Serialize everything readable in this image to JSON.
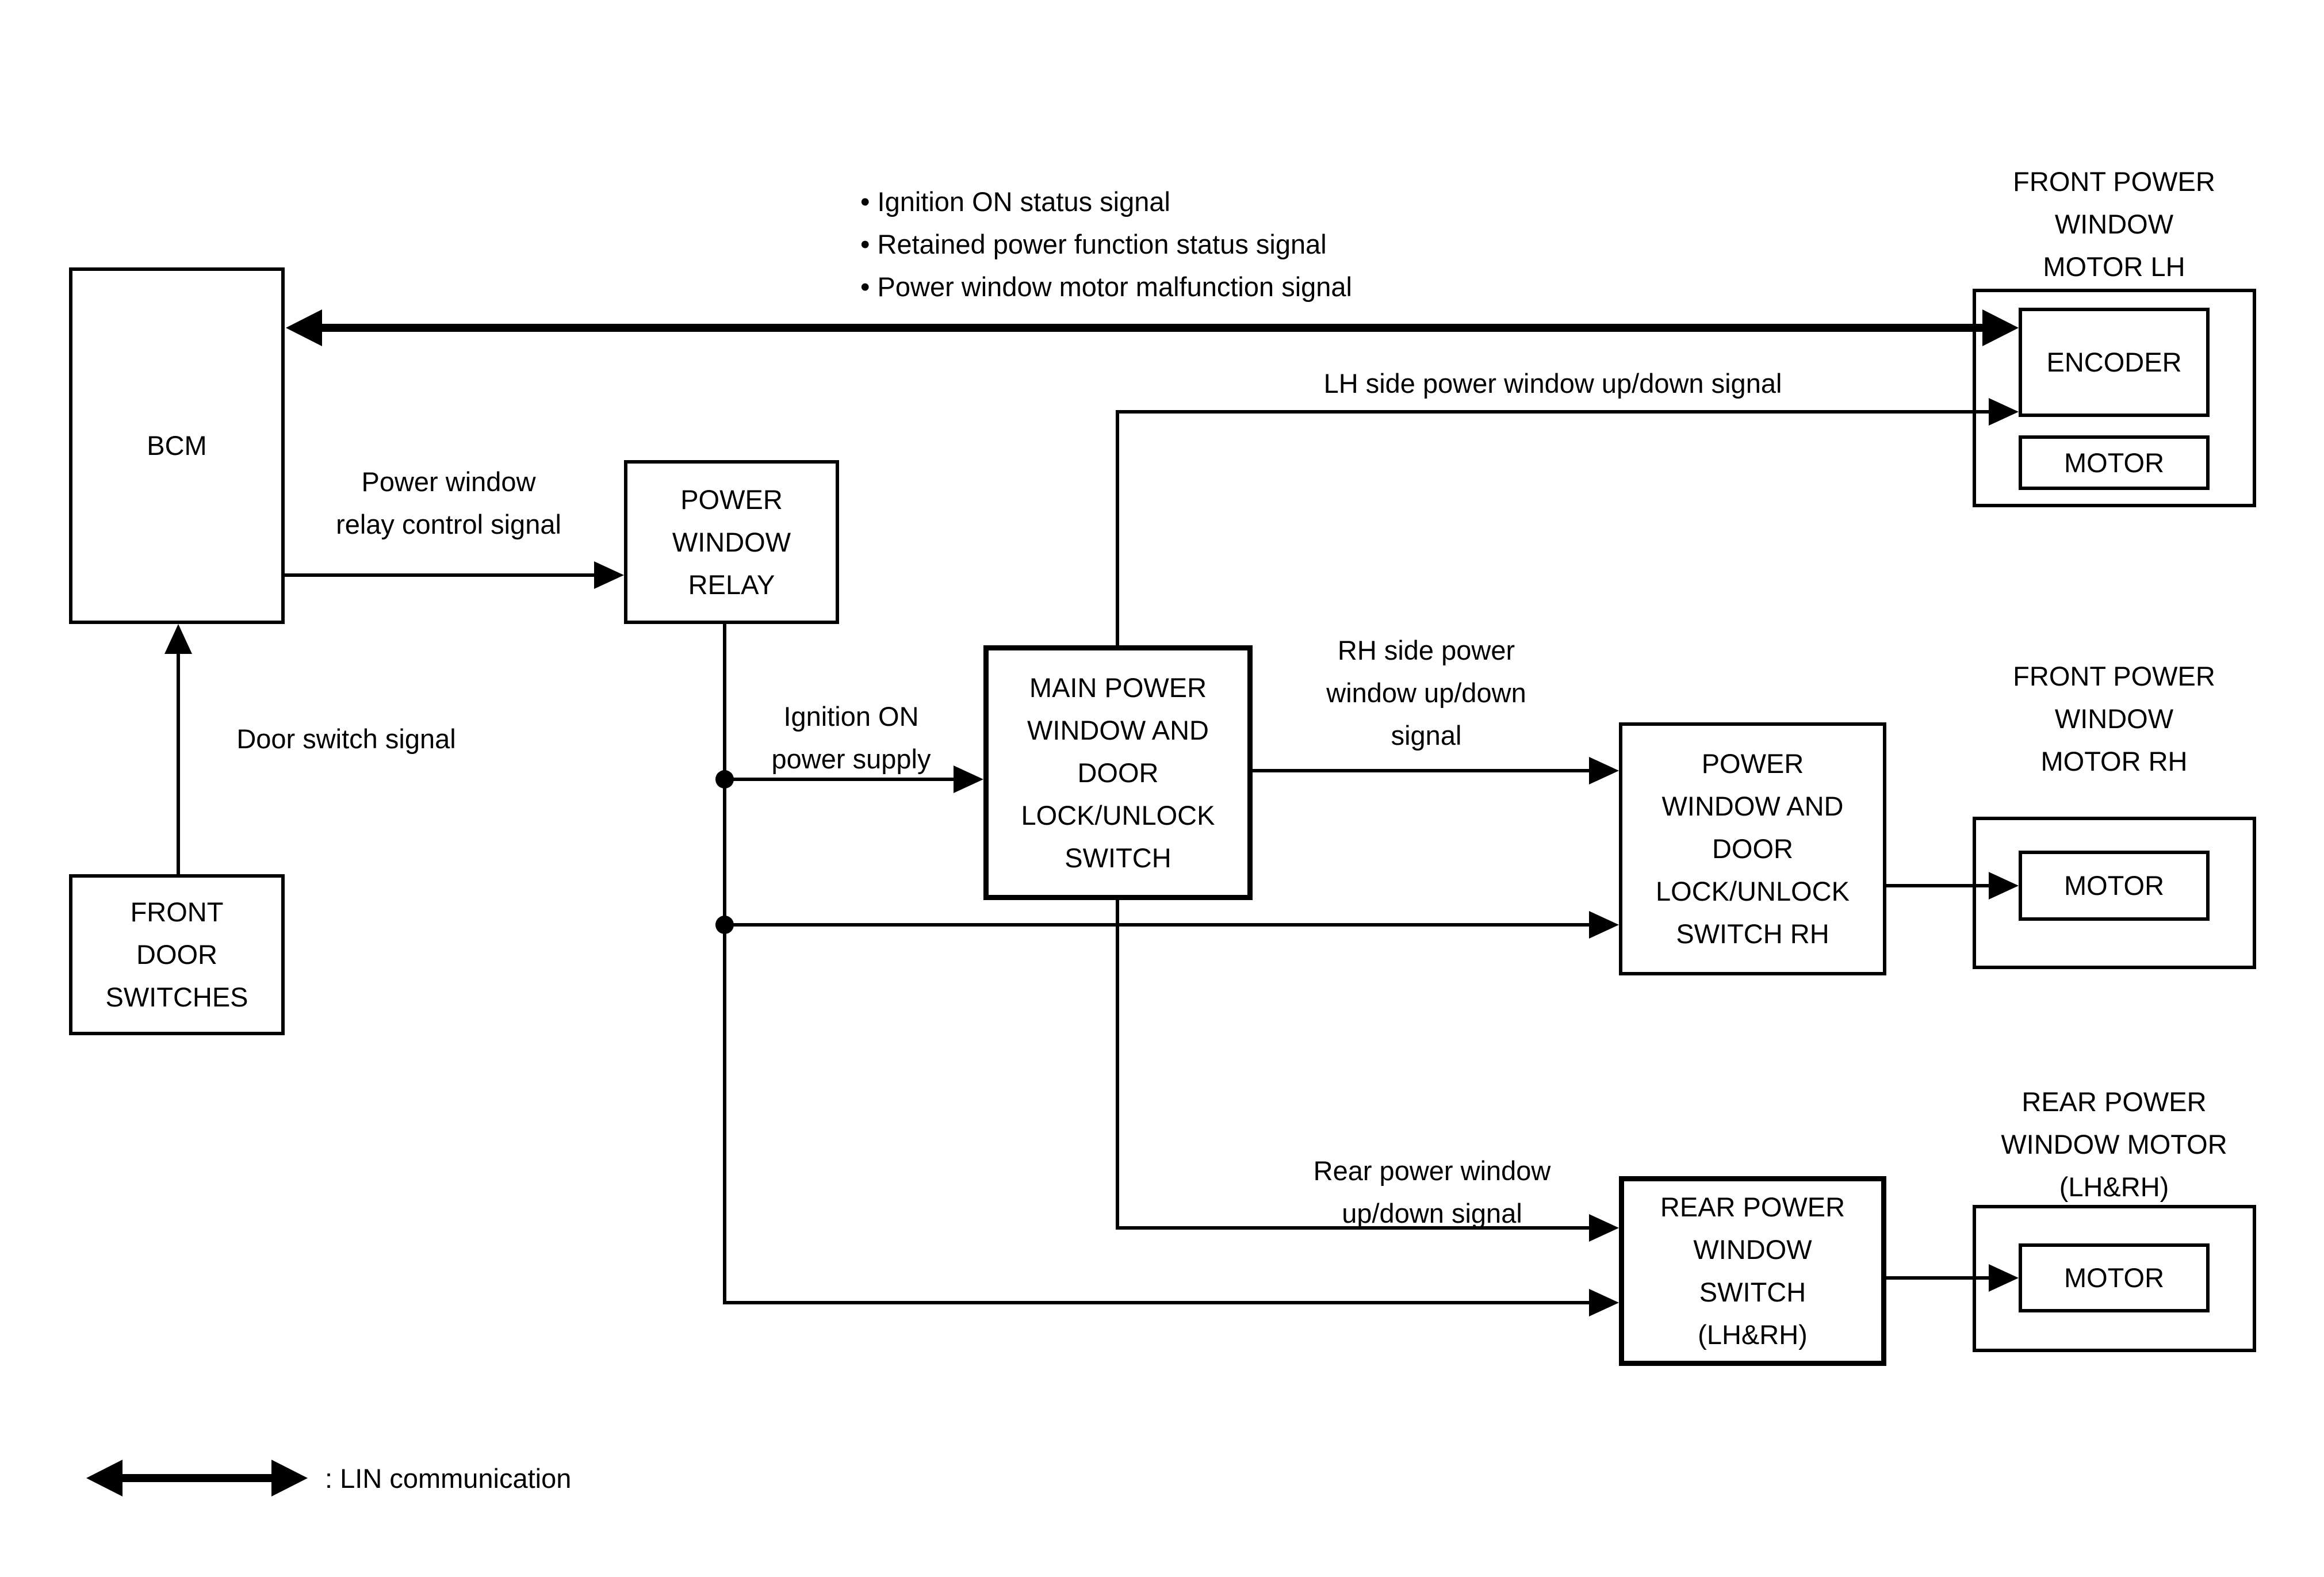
{
  "diagram": {
    "boxes": {
      "bcm": {
        "label": "BCM"
      },
      "front_door_switches": {
        "label": "FRONT\nDOOR\nSWITCHES"
      },
      "power_window_relay": {
        "label": "POWER\nWINDOW\nRELAY"
      },
      "main_switch": {
        "label": "MAIN POWER\nWINDOW AND\nDOOR\nLOCK/UNLOCK\nSWITCH"
      },
      "rh_switch": {
        "label": "POWER\nWINDOW AND\nDOOR\nLOCK/UNLOCK\nSWITCH RH"
      },
      "rear_switch": {
        "label": "REAR POWER\nWINDOW\nSWITCH\n(LH&RH)"
      },
      "front_motor_lh": {
        "title": "FRONT POWER\nWINDOW\nMOTOR LH",
        "encoder_label": "ENCODER",
        "motor_label": "MOTOR"
      },
      "front_motor_rh": {
        "title": "FRONT POWER\nWINDOW\nMOTOR RH",
        "motor_label": "MOTOR"
      },
      "rear_motor": {
        "title": "REAR POWER\nWINDOW MOTOR\n(LH&RH)",
        "motor_label": "MOTOR"
      }
    },
    "signals": {
      "lin_bullets": "• Ignition ON status signal\n• Retained power function status signal\n• Power window motor malfunction signal",
      "lh_updown": "LH side power window up/down signal",
      "relay_control": "Power window\nrelay control signal",
      "door_switch": "Door switch signal",
      "ignition_on": "Ignition ON\npower supply",
      "rh_updown": "RH side power\nwindow up/down\nsignal",
      "rear_updown": "Rear power window\nup/down signal"
    },
    "legend": {
      "label": ": LIN communication"
    },
    "colors": {
      "line": "#000000",
      "background": "#ffffff"
    }
  }
}
